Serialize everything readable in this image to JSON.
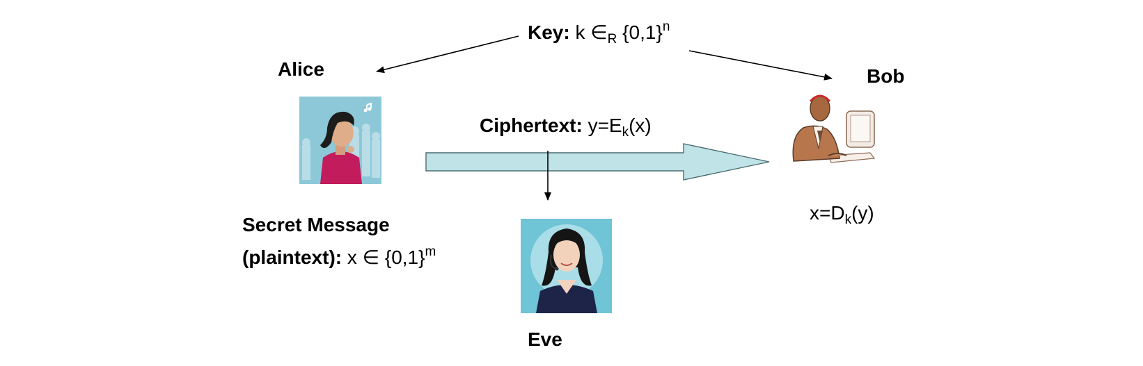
{
  "key": {
    "label": "Key:",
    "var": "k",
    "in": "∈",
    "sub": "R",
    "set": "{0,1}",
    "exp": "n"
  },
  "alice": {
    "name": "Alice"
  },
  "bob": {
    "name": "Bob"
  },
  "eve": {
    "name": "Eve"
  },
  "ciphertext": {
    "label": "Ciphertext:",
    "expr_pre": "y=E",
    "sub": "k",
    "expr_post": "(x)"
  },
  "message": {
    "line1": "Secret Message",
    "line2_label": "(plaintext):",
    "line2_expr": "x ∈ {0,1}",
    "exp": "m"
  },
  "decrypt": {
    "expr_pre": "x=D",
    "sub": "k",
    "expr_post": "(y)"
  },
  "colors": {
    "arrow_fill": "#bfe3e7",
    "alice_bg": "#8cc8d8",
    "eve_bg": "#6fc4d6"
  },
  "icons": [
    "alice-illustration",
    "bob-illustration",
    "eve-illustration"
  ]
}
